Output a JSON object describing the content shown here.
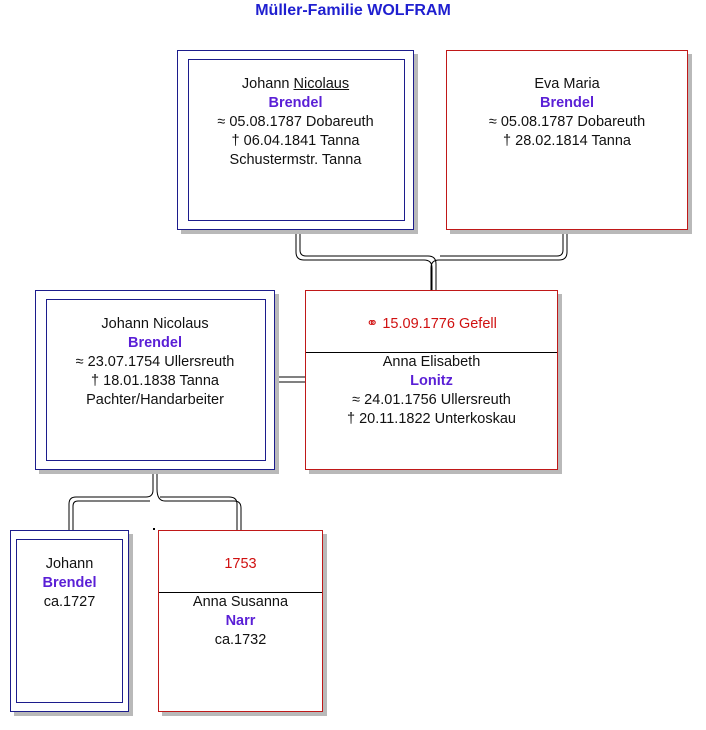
{
  "title": "Müller-Familie WOLFRAM",
  "persons": {
    "gf": {
      "given_pre": "Johann ",
      "given_underlined": "Nicolaus",
      "surname": "Brendel",
      "baptism": "≈  05.08.1787 Dobareuth",
      "death": "†  06.04.1841 Tanna",
      "occupation": "Schustermstr. Tanna"
    },
    "gm": {
      "given": "Eva Maria",
      "surname": "Brendel",
      "baptism": "≈  05.08.1787 Dobareuth",
      "death": "†  28.02.1814 Tanna"
    },
    "f": {
      "given": "Johann Nicolaus",
      "surname": "Brendel",
      "baptism": "≈  23.07.1754 Ullersreuth",
      "death": "†  18.01.1838 Tanna",
      "occupation": "Pachter/Handarbeiter"
    },
    "m": {
      "marriage": "⚭  15.09.1776 Gefell",
      "given": "Anna Elisabeth",
      "surname": "Lonitz",
      "baptism": "≈  24.01.1756 Ullersreuth",
      "death": "†  20.11.1822 Unterkoskau"
    },
    "c": {
      "given": "Johann",
      "surname": "Brendel",
      "birth": "ca.1727"
    },
    "cw": {
      "marriage": "1753",
      "given": "Anna Susanna",
      "surname": "Narr",
      "birth": "ca.1732"
    }
  }
}
